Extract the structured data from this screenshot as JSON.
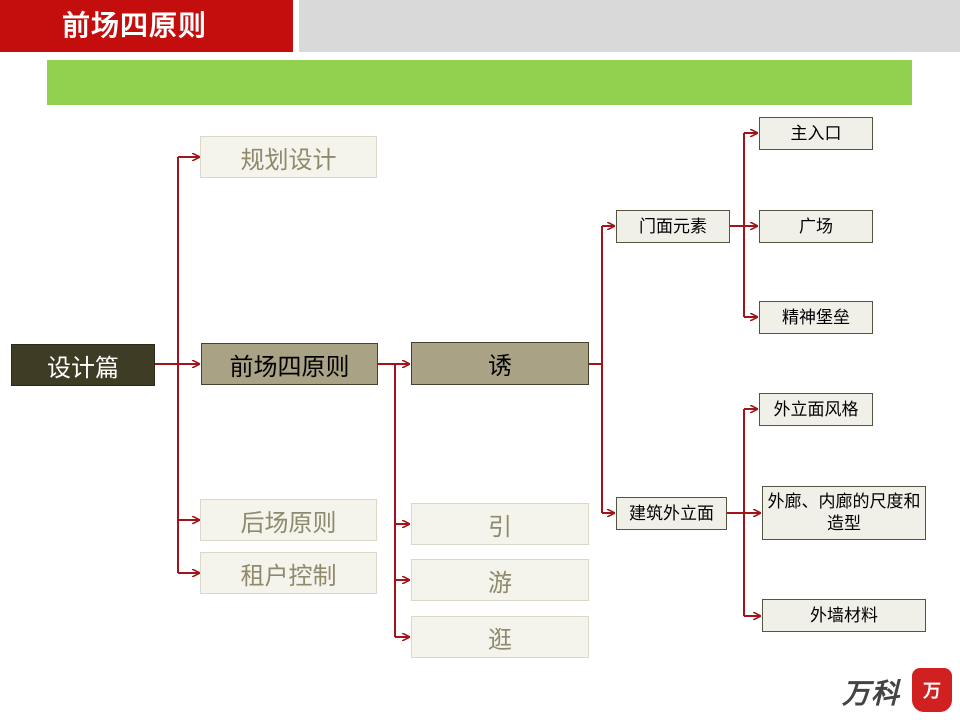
{
  "slide": {
    "title": "前场四原则"
  },
  "nodes": {
    "root": "设计篇",
    "planning": "规划设计",
    "front_four": "前场四原则",
    "back_principles": "后场原则",
    "tenant_control": "租户控制",
    "you_lure": "诱",
    "yin": "引",
    "you_roam": "游",
    "guang": "逛",
    "facade_elements": "门面元素",
    "building_facade": "建筑外立面",
    "main_entrance": "主入口",
    "plaza": "广场",
    "spiritual_fortress": "精神堡垒",
    "facade_style": "外立面风格",
    "corridor_scale": "外廊、内廊的尺度和造型",
    "wall_material": "外墙材料"
  },
  "logo": {
    "text": "万科",
    "seal": "万"
  },
  "colors": {
    "title_red": "#c40d0d",
    "band_green": "#92d050",
    "connector": "#a0141a",
    "root_fill": "#3f3c26",
    "dark_fill": "#a9a285"
  },
  "icons": {
    "logo_seal": "vanke-seal-icon"
  }
}
